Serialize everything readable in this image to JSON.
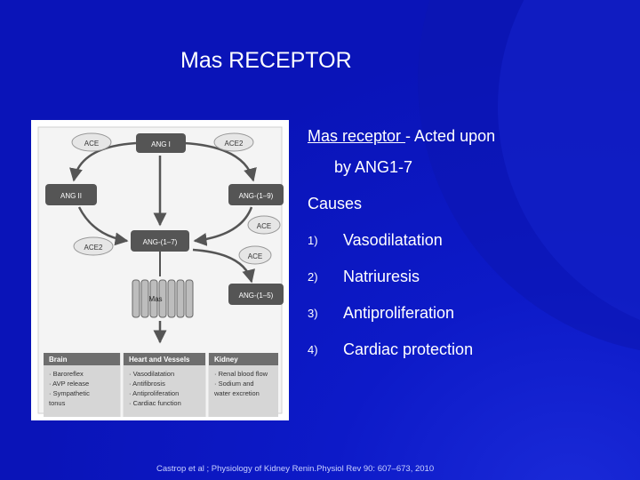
{
  "slide": {
    "title": "Mas RECEPTOR",
    "definition": {
      "term": "Mas receptor ",
      "connector": "-  Acted upon",
      "continuation": "by ANG1-7"
    },
    "causes_heading": "Causes",
    "causes": [
      {
        "num": "1)",
        "text": "Vasodilatation"
      },
      {
        "num": "2)",
        "text": "Natriuresis"
      },
      {
        "num": "3)",
        "text": "Antiproliferation"
      },
      {
        "num": "4)",
        "text": "Cardiac protection"
      }
    ],
    "citation": "Castrop et al ; Physiology of Kidney Renin.Physiol Rev 90: 607–673, 2010"
  },
  "figure": {
    "nodes": {
      "ace_top": "ACE",
      "ang1": "ANG I",
      "ace2_top": "ACE2",
      "ang2": "ANG II",
      "ang1_9": "ANG-(1–9)",
      "ace_mid": "ACE",
      "ace2_left": "ACE2",
      "ang1_7": "ANG-(1–7)",
      "ace_low": "ACE",
      "ang1_5": "ANG-(1–5)",
      "mas": "Mas"
    },
    "table": {
      "brain": {
        "header": "Brain",
        "lines": [
          "· Baroreflex",
          "· AVP release",
          "· Sympathetic",
          "  tonus"
        ]
      },
      "heart": {
        "header": "Heart and Vessels",
        "lines": [
          "· Vasodilatation",
          "· Antifibrosis",
          "· Antiproliferation",
          "· Cardiac function"
        ]
      },
      "kidney": {
        "header": "Kidney",
        "lines": [
          "· Renal blood flow",
          "· Sodium and",
          "  water excretion"
        ]
      }
    },
    "colors": {
      "dark_box": "#555555",
      "light_box": "#e6e6e6",
      "table_bg": "#d6d6d6",
      "table_header": "#6e6e6e"
    }
  }
}
